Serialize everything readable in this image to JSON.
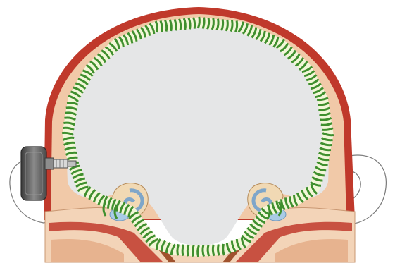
{
  "diagram": {
    "parts": [
      "skull-cross-section",
      "scalp",
      "outer-ear-left",
      "outer-ear-right",
      "bone-conduction-device",
      "cochlea-left",
      "cochlea-right",
      "sound-wave-path"
    ]
  },
  "colors": {
    "scalp": "#c0392b",
    "bone": "#f1c9a8",
    "brain_cavity": "#e5e6e7",
    "wave_green": "#3f8f2e",
    "wave_light": "#f2f7d8",
    "cochlea": "#a9cbe6",
    "ear_skin": "#ffffff",
    "device": "#555555"
  }
}
